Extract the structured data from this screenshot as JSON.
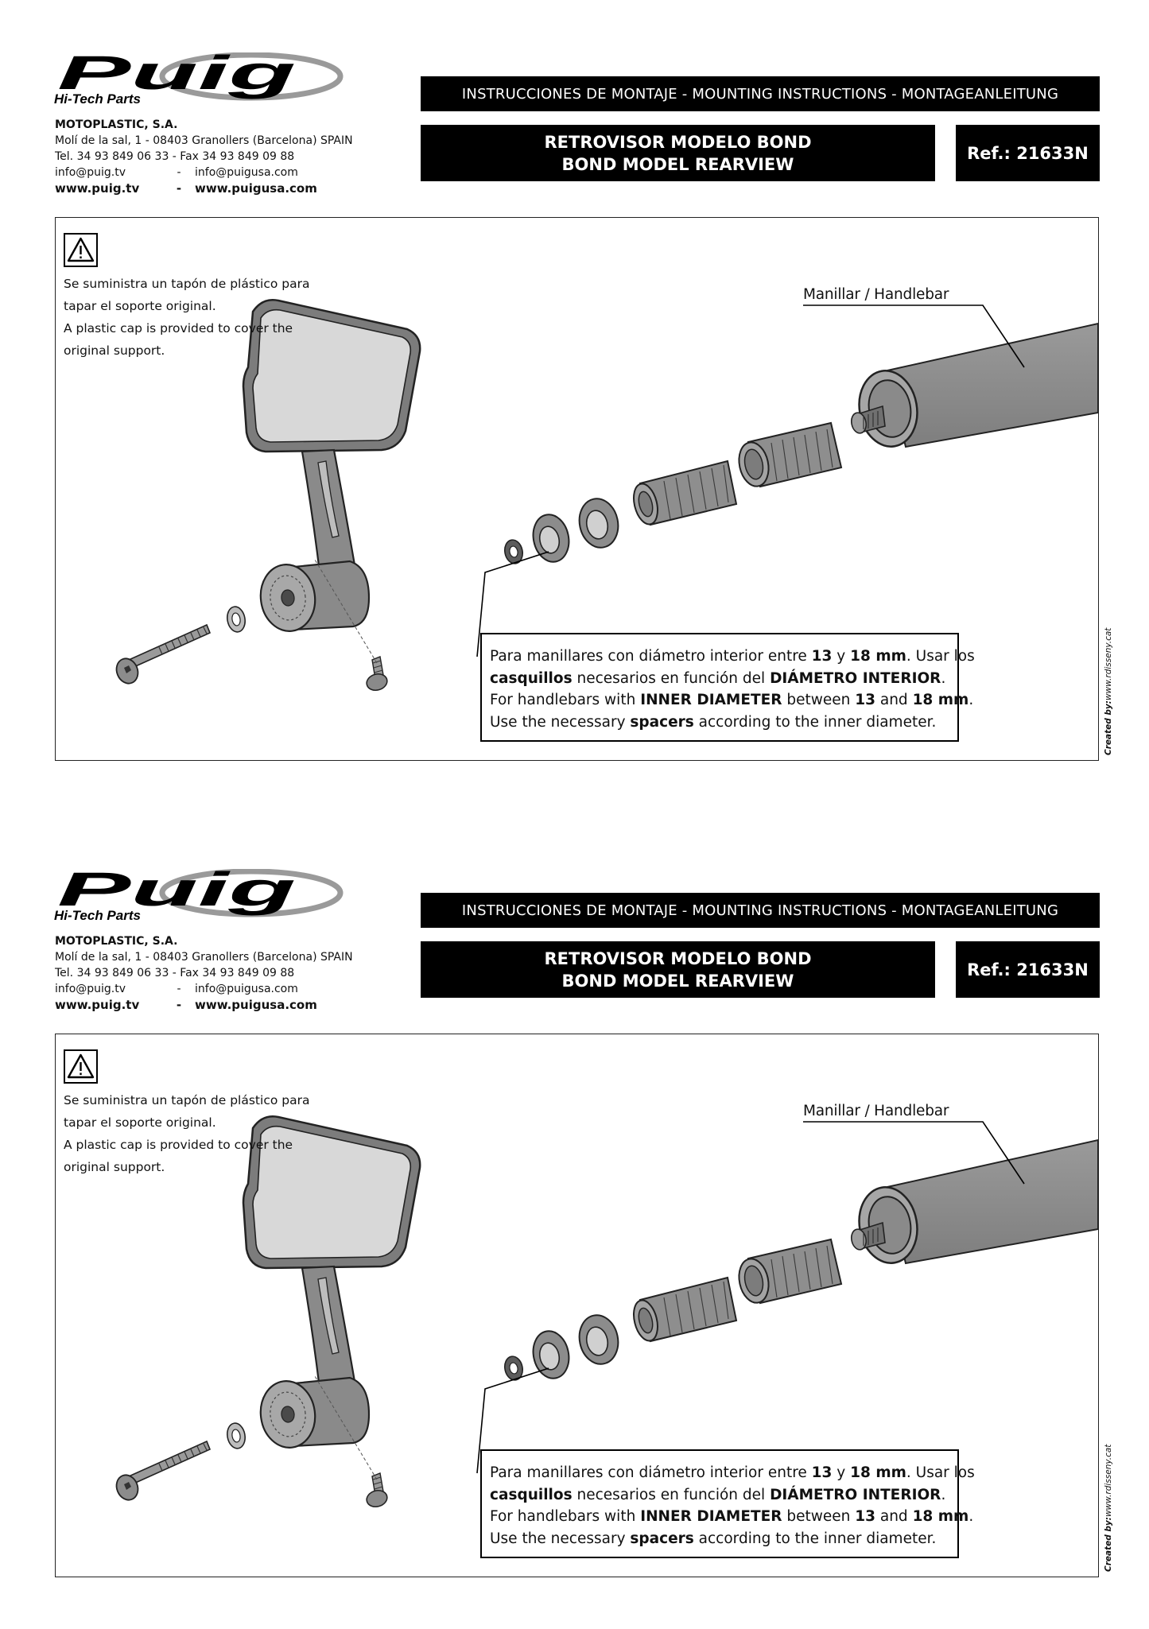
{
  "brand": {
    "logo_name": "Puig",
    "logo_tagline": "Hi-Tech Parts"
  },
  "company": {
    "name": "MOTOPLASTIC, S.A.",
    "address": "Molí de la sal, 1  -  08403 Granollers (Barcelona) SPAIN",
    "phone": "Tel. 34 93 849 06 33  -  Fax 34 93 849 09 88",
    "email1": "info@puig.tv",
    "email2": "info@puigusa.com",
    "web1": "www.puig.tv",
    "web2": "www.puigusa.com",
    "separator": "-"
  },
  "header": {
    "instructions": "INSTRUCCIONES DE MONTAJE - MOUNTING INSTRUCTIONS - MONTAGEANLEITUNG",
    "model_es": "RETROVISOR MODELO BOND",
    "model_en": "BOND MODEL REARVIEW",
    "ref": "Ref.: 21633N"
  },
  "warning": {
    "icon": "warning-triangle-icon",
    "line1": "Se suministra un tapón de plástico para",
    "line2": "tapar el soporte original.",
    "line3": "A plastic cap is provided to cover the",
    "line4": "original support."
  },
  "diagram": {
    "handlebar_label": "Manillar / Handlebar"
  },
  "note": {
    "l1_a": "Para manillares con diámetro interior entre ",
    "l1_b": "13",
    "l1_c": " y ",
    "l1_d": "18 mm",
    "l1_e": ". Usar los",
    "l2_a": "casquillos",
    "l2_b": " necesarios en función del ",
    "l2_c": "DIÁMETRO INTERIOR",
    "l2_d": ".",
    "l3_a": "For handlebars with ",
    "l3_b": "INNER DIAMETER",
    "l3_c": " between ",
    "l3_d": "13",
    "l3_e": " and ",
    "l3_f": "18 mm",
    "l3_g": ".",
    "l4_a": "Use the necessary ",
    "l4_b": "spacers",
    "l4_c": " according to the inner diameter."
  },
  "credit": {
    "label": "Created by:",
    "site": "www.rdisseny.cat"
  },
  "colors": {
    "bar_bg": "#000000",
    "bar_text": "#ffffff",
    "part_gray": "#8c8c8c",
    "mirror_glass": "#d8d8d8"
  }
}
